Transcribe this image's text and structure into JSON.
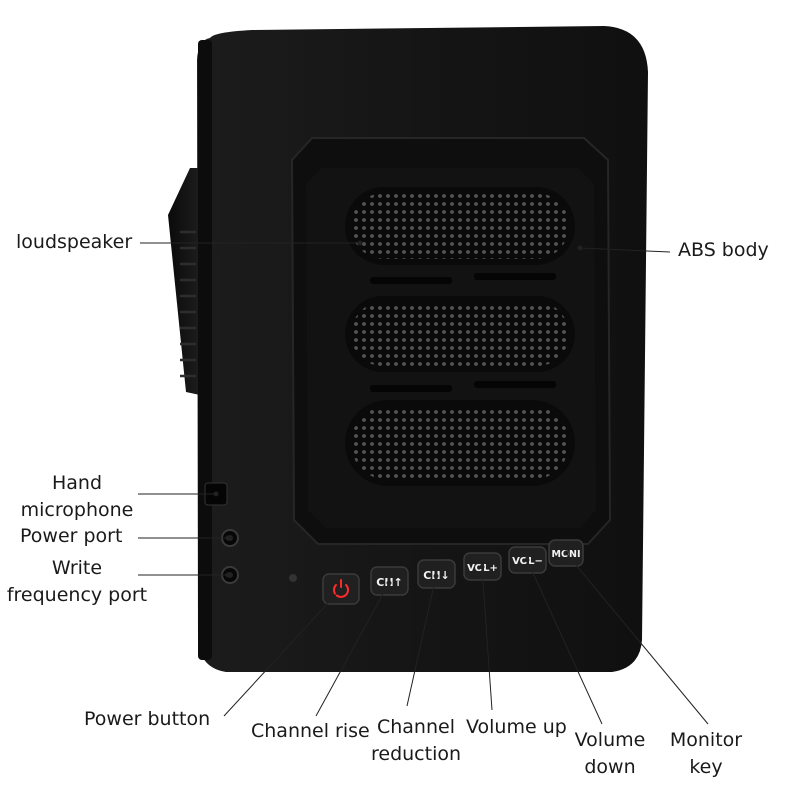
{
  "callouts": {
    "loudspeaker": "loudspeaker",
    "abs_body": "ABS body",
    "hand_microphone": [
      "Hand",
      "microphone"
    ],
    "power_port": "Power port",
    "write_frequency_port": [
      "Write",
      "frequency port"
    ],
    "power_button": "Power button",
    "channel_rise": "Channel rise",
    "channel_reduction": [
      "Channel",
      "reduction"
    ],
    "volume_up": "Volume up",
    "volume_down": [
      "Volume",
      "down"
    ],
    "monitor_key": [
      "Monitor",
      "key"
    ]
  },
  "device": {
    "buttons": {
      "power": "power-icon",
      "ch_up": "CH↑",
      "ch_down": "CH↓",
      "vol_up": "VOL+",
      "vol_down": "VOL−",
      "moni": "MONI"
    }
  },
  "colors": {
    "body": "#161616",
    "panel": "#0d0d0d",
    "power_icon": "#ff2a2a",
    "button": "#222222"
  }
}
